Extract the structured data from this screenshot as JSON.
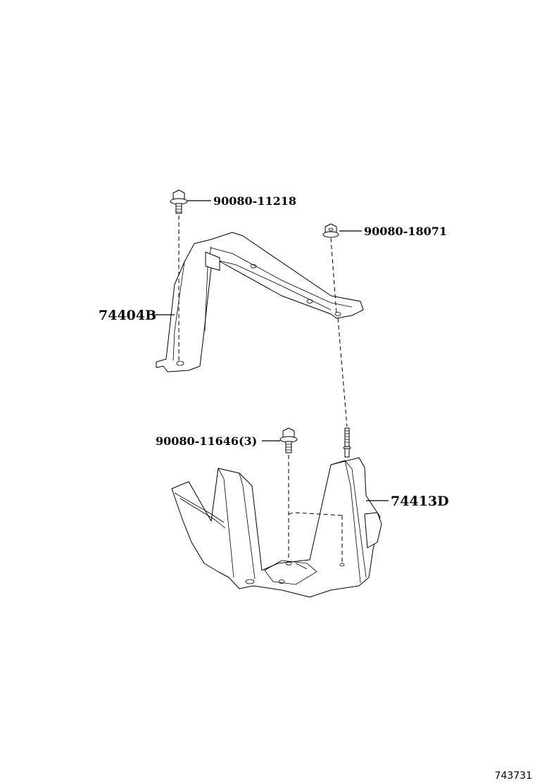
{
  "callouts": {
    "bolt_top_left": "90080-11218",
    "nut_top_right": "90080-18071",
    "bracket": "74404B",
    "bolt_lower": "90080-11646(3)",
    "tray": "74413D"
  },
  "reference_code": "743731",
  "icons": {
    "bolt": "flange-bolt-icon",
    "nut": "flange-nut-icon",
    "stud": "threaded-stud-icon"
  },
  "colors": {
    "line": "#000000",
    "background": "#ffffff"
  }
}
